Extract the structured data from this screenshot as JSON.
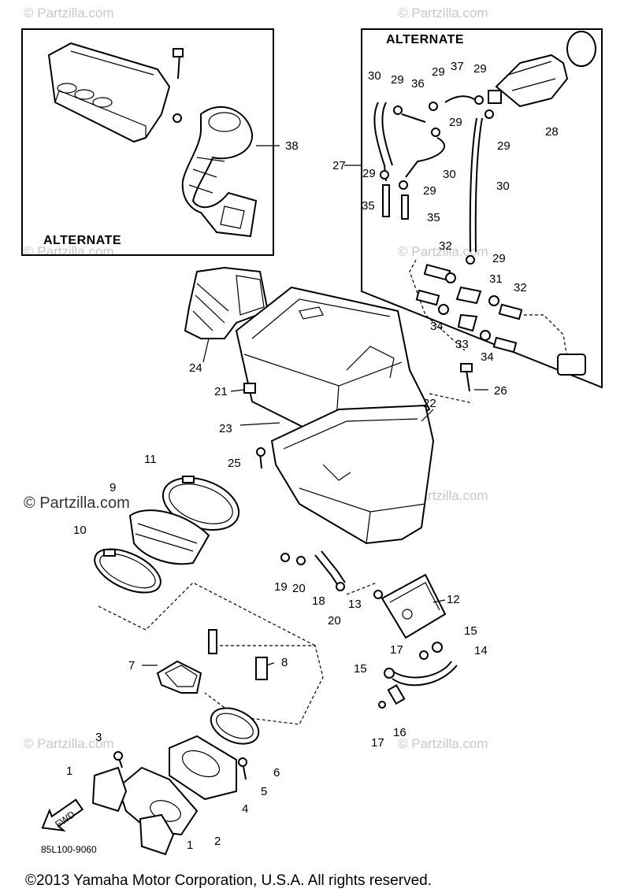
{
  "watermark": "© Partzilla.com",
  "alternate_label": "ALTERNATE",
  "drawing_code": "85L100-9060",
  "fwd_label": "FWD",
  "copyright": "©2013  Yamaha Motor Corporation, U.S.A. All rights reserved.",
  "callouts": {
    "c1a": "1",
    "c1b": "1",
    "c2": "2",
    "c3": "3",
    "c4": "4",
    "c5": "5",
    "c6": "6",
    "c7": "7",
    "c8": "8",
    "c9": "9",
    "c10": "10",
    "c11": "11",
    "c12": "12",
    "c13": "13",
    "c14": "14",
    "c15a": "15",
    "c15b": "15",
    "c16": "16",
    "c17a": "17",
    "c17b": "17",
    "c18": "18",
    "c19": "19",
    "c20a": "20",
    "c20b": "20",
    "c21": "21",
    "c22": "22",
    "c23": "23",
    "c24": "24",
    "c25": "25",
    "c26": "26",
    "c27": "27",
    "c28": "28",
    "c29a": "29",
    "c29b": "29",
    "c29c": "29",
    "c29d": "29",
    "c29e": "29",
    "c29f": "29",
    "c29g": "29",
    "c30a": "30",
    "c30b": "30",
    "c30c": "30",
    "c31": "31",
    "c32a": "32",
    "c32b": "32",
    "c33": "33",
    "c34a": "34",
    "c34b": "34",
    "c35a": "35",
    "c35b": "35",
    "c36": "36",
    "c37": "37",
    "c38": "38"
  }
}
